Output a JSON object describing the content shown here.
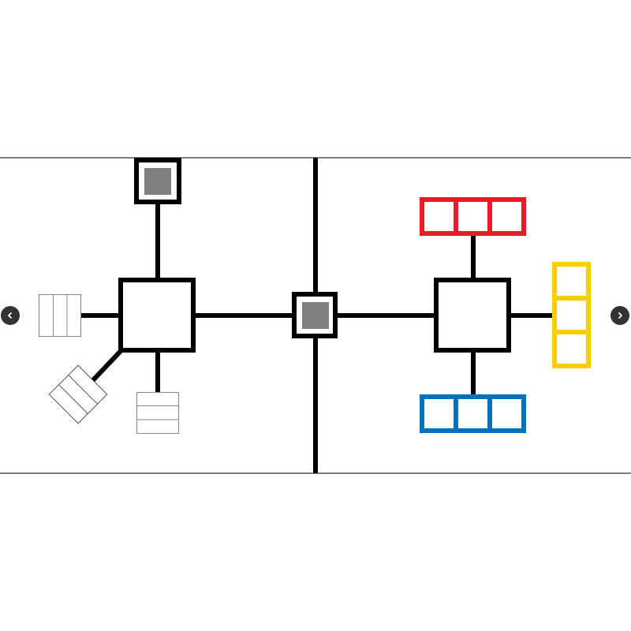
{
  "colors": {
    "line": "#000000",
    "frame": "#333333",
    "node_fill": "#808080",
    "red": "#ED1C24",
    "yellow": "#FFCC00",
    "blue": "#0070C0",
    "nav_bg": "#333333",
    "nav_fg": "#ffffff"
  },
  "carousel": {
    "prev_icon": "chevron-left-icon",
    "next_icon": "chevron-right-icon"
  },
  "diagram": {
    "left_panel": {
      "hub": "hub-square",
      "spokes": [
        "top-node",
        "right-node",
        "left-queue-vertical",
        "diagonal-queue",
        "bottom-queue-horizontal"
      ]
    },
    "right_panel": {
      "hub": "hub-square",
      "spokes": [
        "red-queue",
        "yellow-queue",
        "blue-queue",
        "left-node"
      ]
    }
  }
}
